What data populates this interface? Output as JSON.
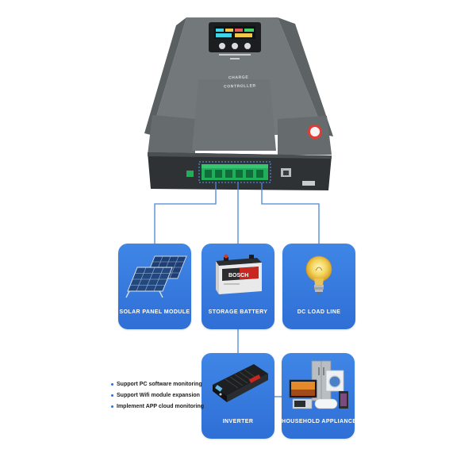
{
  "device": {
    "top_label": "CHARGE",
    "bottom_label": "CONTROLLER"
  },
  "cards": {
    "solar": {
      "label": "SOLAR PANEL MODULE",
      "icon": "solar-panel-icon"
    },
    "battery": {
      "label": "STORAGE BATTERY",
      "icon": "battery-icon",
      "brand_text": "BOSCH"
    },
    "dc_load": {
      "label": "DC LOAD LINE",
      "icon": "light-bulb-icon"
    },
    "inverter": {
      "label": "INVERTER",
      "icon": "inverter-icon"
    },
    "appliances": {
      "label": "HOUSEHOLD APPLIANCES",
      "icon": "appliances-icon"
    }
  },
  "features": [
    "Support PC software monitoring",
    "Support Wifi module expansion",
    "Implement APP cloud monitoring"
  ],
  "colors": {
    "card_blue": "#3a7fe0",
    "connector_blue": "#4a86d8",
    "device_gray": "#6e7376",
    "terminal_green": "#1fae5a"
  }
}
